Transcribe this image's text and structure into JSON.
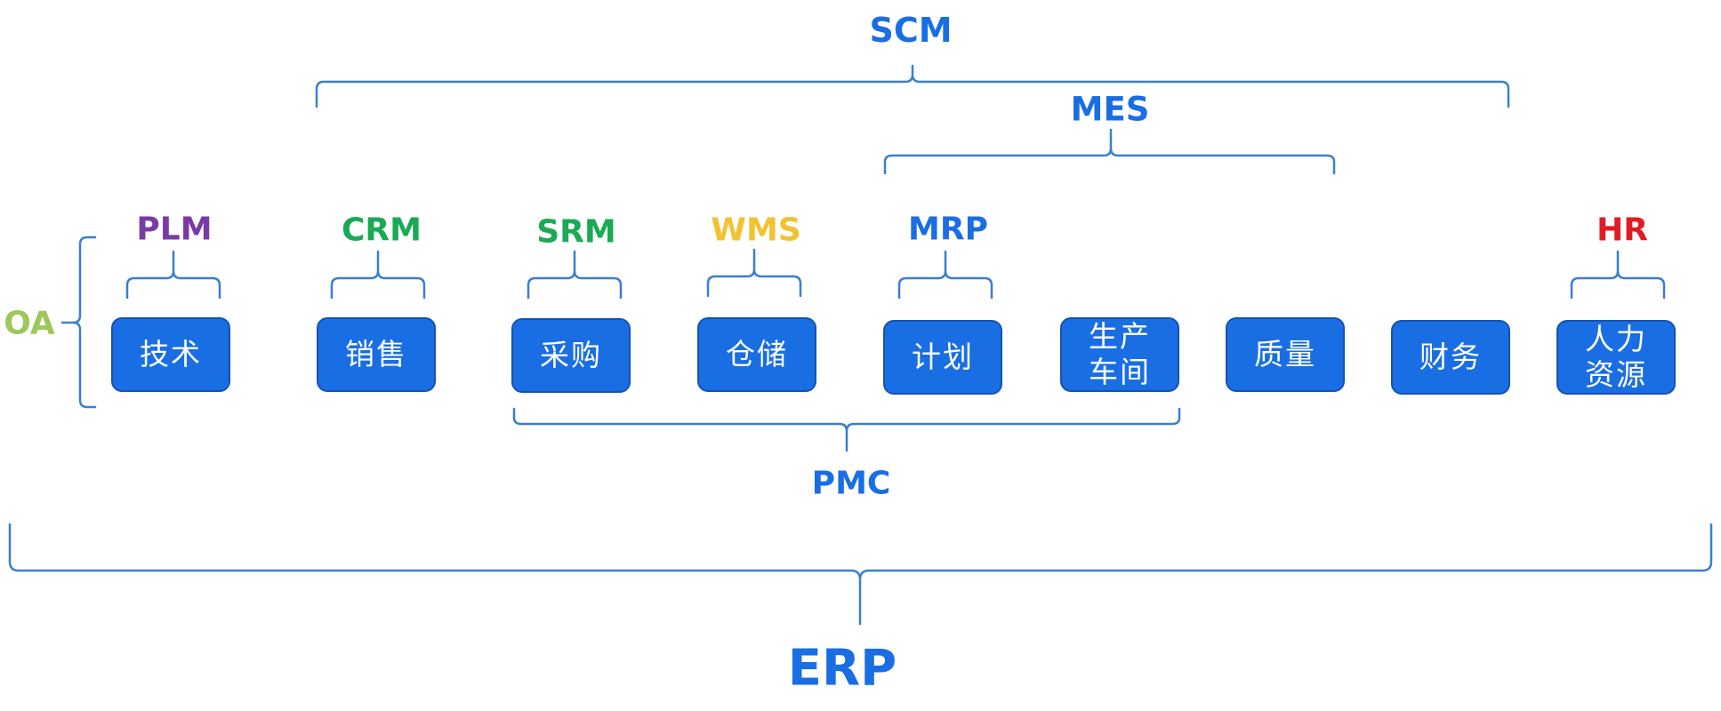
{
  "colors": {
    "blue": "#1a6ee3",
    "box_border": "#1352b4",
    "brace": "#3a7fd0",
    "purple": "#7a3aa6",
    "green": "#1aaa55",
    "yellow": "#f2c230",
    "red": "#e01b24",
    "light_green": "#9cc85c"
  },
  "labels": {
    "scm": "SCM",
    "mes": "MES",
    "plm": "PLM",
    "crm": "CRM",
    "srm": "SRM",
    "wms": "WMS",
    "mrp": "MRP",
    "hr": "HR",
    "oa": "OA",
    "pmc": "PMC",
    "erp": "ERP"
  },
  "modules": [
    {
      "id": "tech",
      "text": "技术"
    },
    {
      "id": "sales",
      "text": "销售"
    },
    {
      "id": "purchase",
      "text": "采购"
    },
    {
      "id": "storage",
      "text": "仓储"
    },
    {
      "id": "plan",
      "text": "计划"
    },
    {
      "id": "workshop",
      "text": "生产\n车间"
    },
    {
      "id": "quality",
      "text": "质量"
    },
    {
      "id": "finance",
      "text": "财务"
    },
    {
      "id": "hr",
      "text": "人力\n资源"
    }
  ]
}
